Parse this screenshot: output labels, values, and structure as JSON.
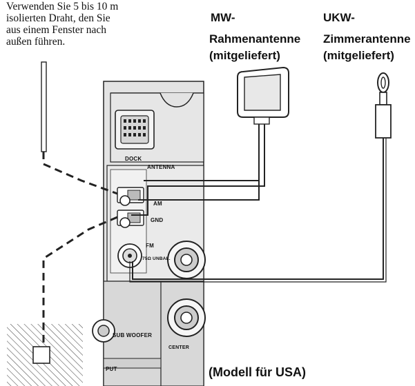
{
  "instruction": {
    "lines": [
      "Verwenden Sie 5 bis 10 m",
      "isolierten Draht, den Sie",
      "aus einem Fenster nach",
      "außen führen."
    ]
  },
  "am_antenna": {
    "lines": [
      "MW-",
      "Rahmenantenne",
      "(mitgeliefert)"
    ]
  },
  "fm_antenna": {
    "lines": [
      "UKW-",
      "Zimmerantenne",
      "(mitgeliefert)"
    ]
  },
  "panel": {
    "dock": "DOCK",
    "antenna": "ANTENNA",
    "am": "AM",
    "gnd": "GND",
    "fm": "FM",
    "fm_sub": "75Ω UNBAL.",
    "sub_woofer": "SUB WOOFER",
    "center": "CENTER",
    "output": "PUT"
  },
  "model_note": "(Modell für USA)"
}
